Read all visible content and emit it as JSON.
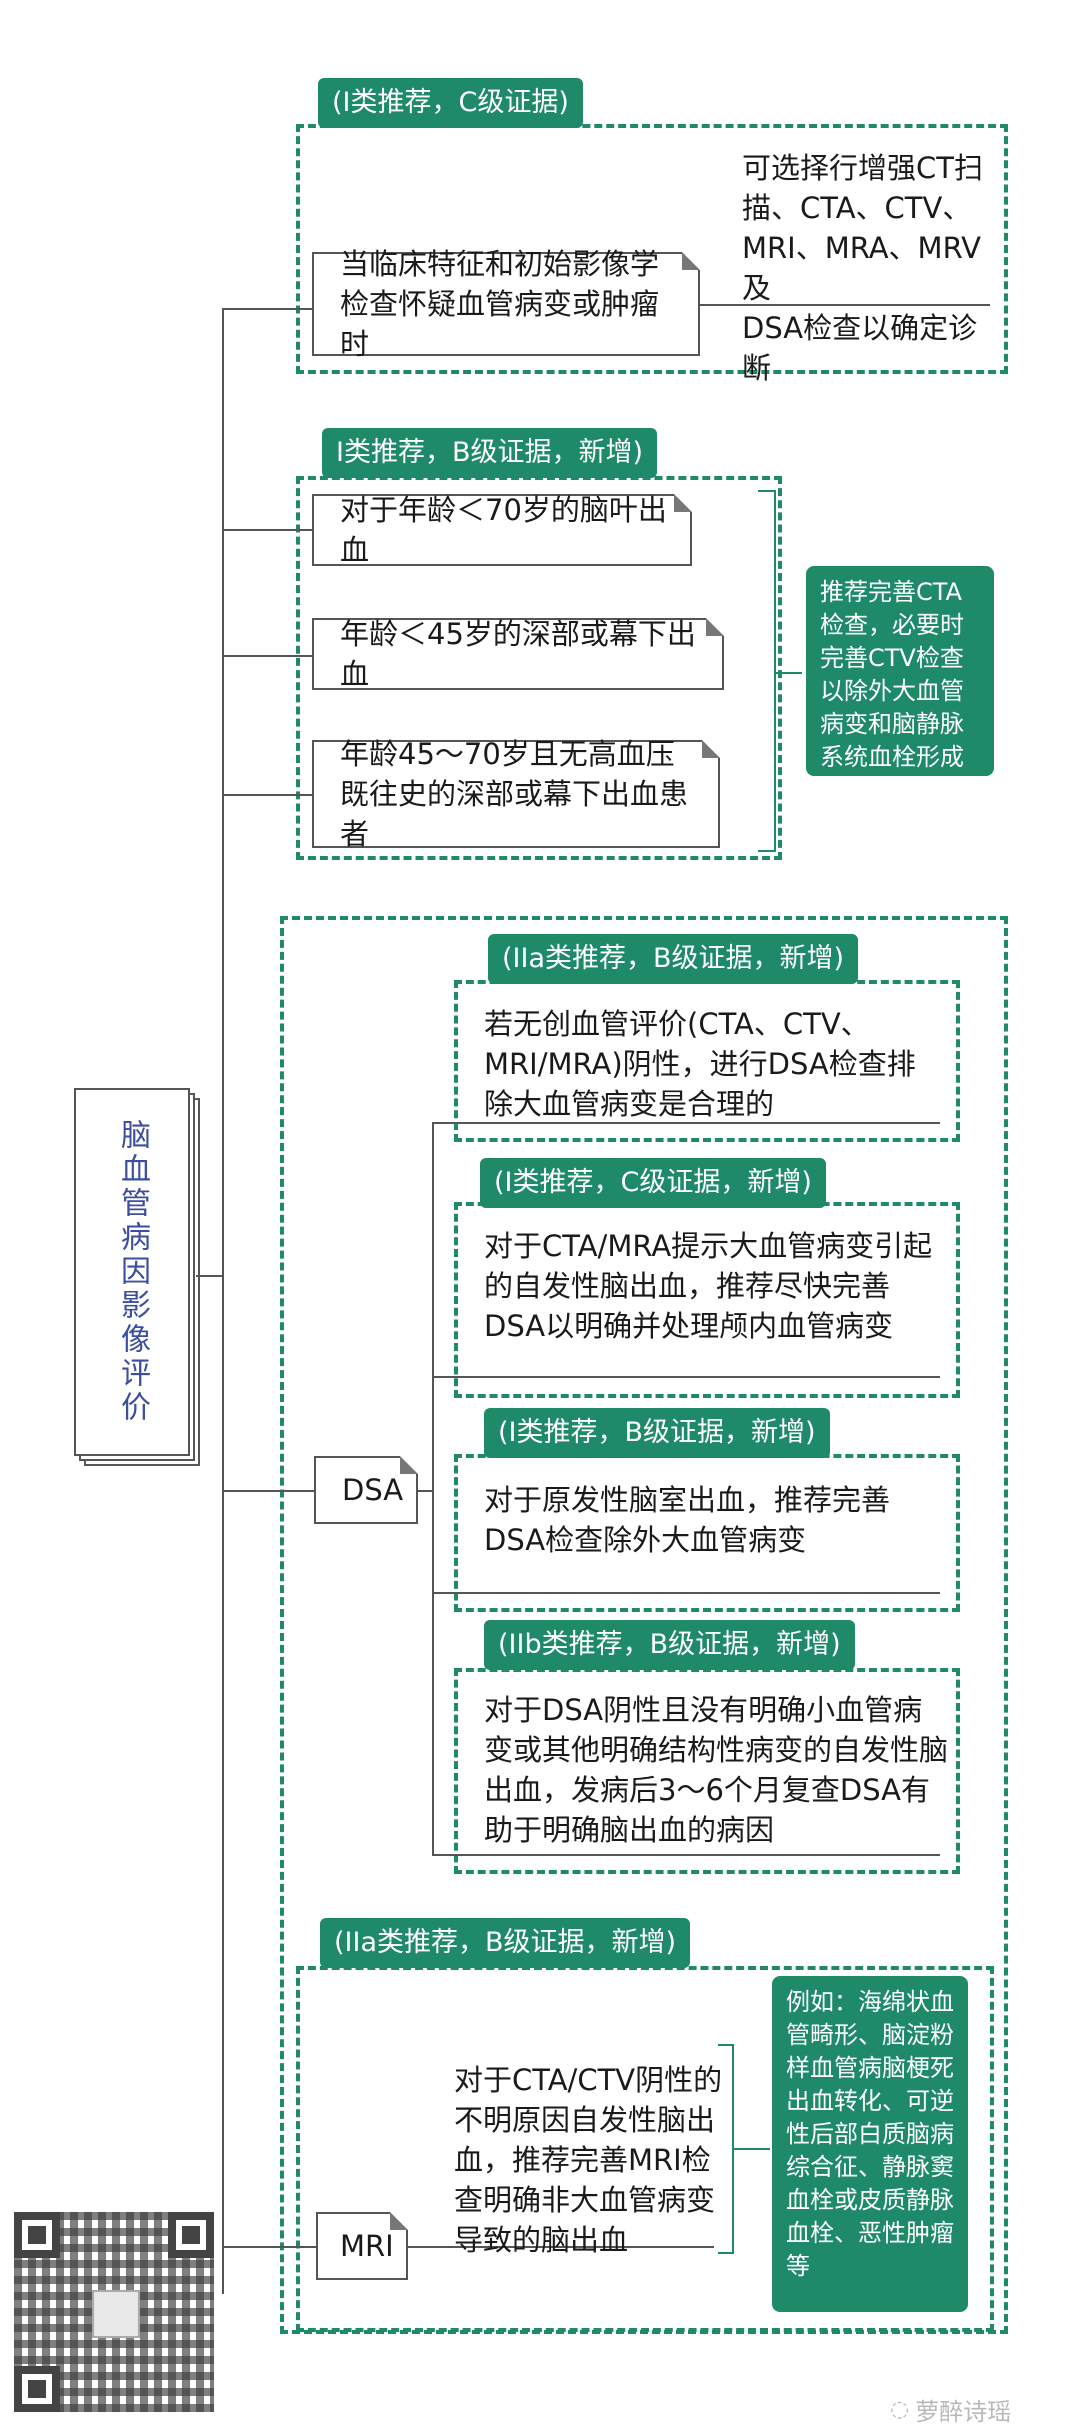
{
  "root": {
    "title": "脑血管病因影像评价"
  },
  "section1": {
    "tag": "(I类推荐，C级证据)",
    "condition": "当临床特征和初始影像学检查怀疑血管病变或肿瘤时",
    "recommendation_lines": [
      "可选择行增强CT扫",
      "描、CTA、CTV、",
      "MRI、MRA、MRV及",
      "DSA检查以确定诊断"
    ]
  },
  "section2": {
    "tag": "I类推荐，B级证据，新增)",
    "items": [
      "对于年龄＜70岁的脑叶出血",
      "年龄＜45岁的深部或幕下出血",
      "年龄45～70岁且无高血压既往史的深部或幕下出血患者"
    ],
    "recommendation": "推荐完善CTA检查，必要时完善CTV检查以除外大血管病变和脑静脉系统血栓形成"
  },
  "dsa": {
    "label": "DSA",
    "blocks": [
      {
        "tag": "(IIa类推荐，B级证据，新增)",
        "text": "若无创血管评价(CTA、CTV、MRI/MRA)阴性，进行DSA检查排除大血管病变是合理的"
      },
      {
        "tag": "(I类推荐，C级证据，新增)",
        "text": "对于CTA/MRA提示大血管病变引起的自发性脑出血，推荐尽快完善DSA以明确并处理颅内血管病变"
      },
      {
        "tag": "(I类推荐，B级证据，新增)",
        "text": "对于原发性脑室出血，推荐完善DSA检查除外大血管病变"
      },
      {
        "tag": "(IIb类推荐，B级证据，新增)",
        "text": "对于DSA阴性且没有明确小血管病变或其他明确结构性病变的自发性脑出血，发病后3～6个月复查DSA有助于明确脑出血的病因"
      }
    ]
  },
  "mri": {
    "label": "MRI",
    "tag": "(IIa类推荐，B级证据，新增)",
    "text": "对于CTA/CTV阴性的不明原因自发性脑出血，推荐完善MRI检查明确非大血管病变导致的脑出血",
    "example": "例如：海绵状血管畸形、脑淀粉样血管病脑梗死出血转化、可逆性后部白质脑病综合征、静脉窦血栓或皮质静脉血栓、恶性肿瘤等"
  },
  "watermark": "萝醉诗瑶",
  "colors": {
    "accent": "#1e8a68",
    "border": "#1f8a6a"
  }
}
